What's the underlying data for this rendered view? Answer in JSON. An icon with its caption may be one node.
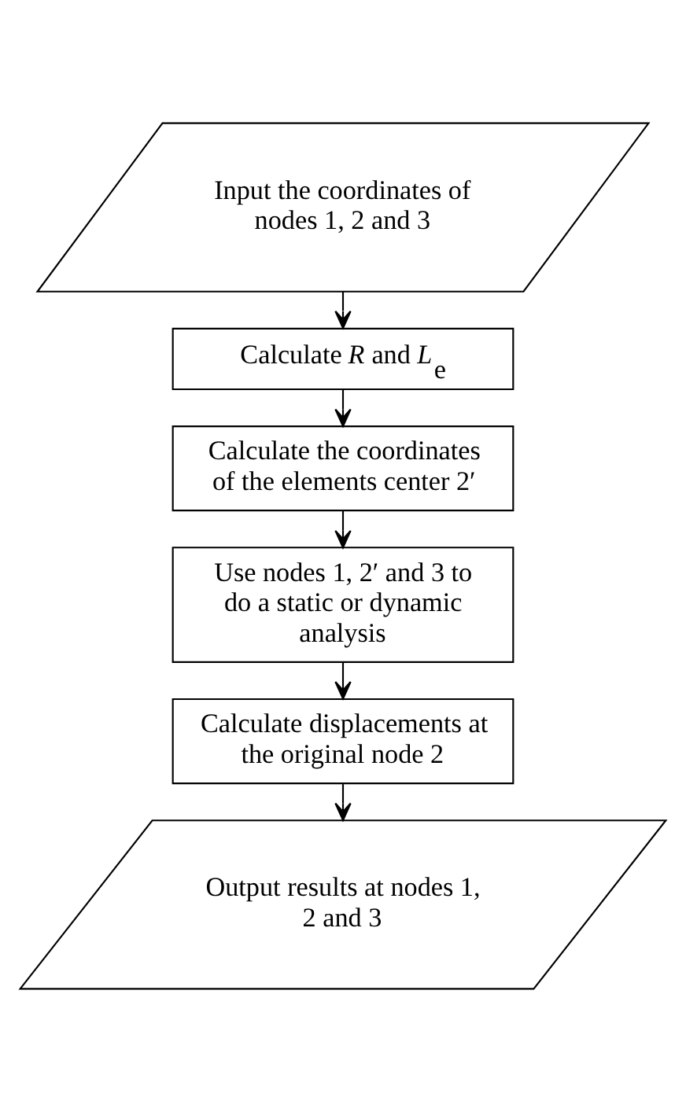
{
  "diagram": {
    "nodes": [
      {
        "text": [
          "Input the coordinates of nodes 1, 2 and 3"
        ]
      },
      {
        "text": [
          "Calculate *R* and *L*$_{e}$"
        ]
      },
      {
        "text": [
          "Calculate the coordinates of the elements center 2′"
        ]
      },
      {
        "text": [
          "Use nodes 1, 2′ and 3 to do a static or dynamic analysis"
        ]
      },
      {
        "text": [
          "Calculate displacements at the original node 2"
        ]
      },
      {
        "text": [
          "Output results at nodes 1, 2 and 3"
        ]
      }
    ],
    "edges": [
      {
        "from": 0,
        "to": 1,
        "arrow": "to"
      },
      {
        "from": 1,
        "to": 2,
        "arrow": "to"
      },
      {
        "from": 2,
        "to": 3,
        "arrow": "to"
      },
      {
        "from": 3,
        "to": 4,
        "arrow": "to"
      },
      {
        "from": 4,
        "to": 5,
        "arrow": "to"
      }
    ]
  }
}
